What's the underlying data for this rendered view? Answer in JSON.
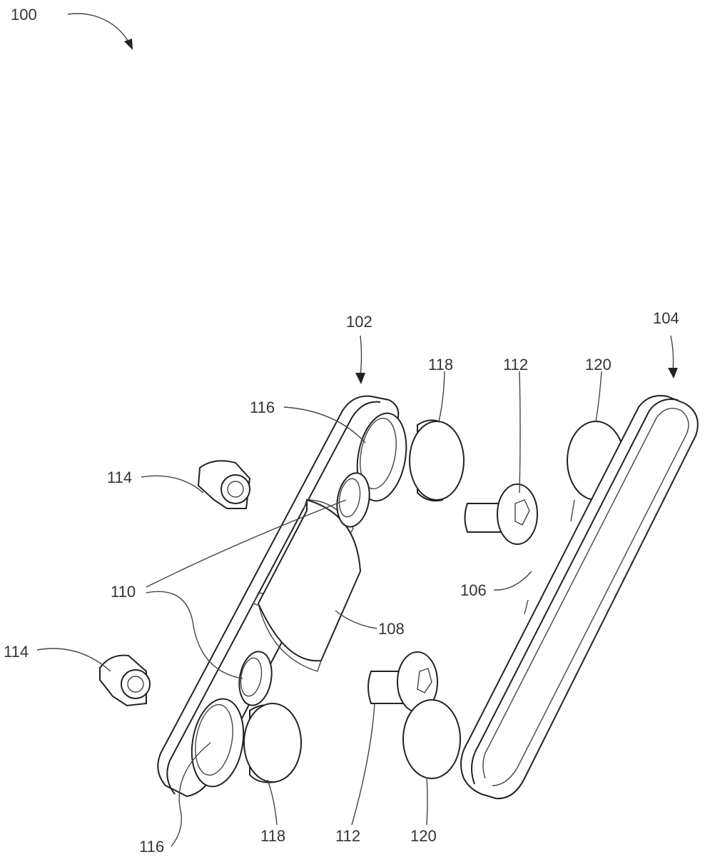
{
  "figure": {
    "reference_numerals": {
      "assembly": "100",
      "first_plate": "102",
      "second_plate": "104",
      "groove": "106",
      "recess": "108",
      "holes": "110",
      "screw_upper": "112",
      "screw_lower": "112",
      "nut_upper": "114",
      "nut_lower": "114",
      "counterbore_upper": "116",
      "counterbore_lower": "116",
      "magnet_upper": "118",
      "magnet_lower": "118",
      "magnet2_upper": "120",
      "magnet2_lower": "120"
    }
  }
}
